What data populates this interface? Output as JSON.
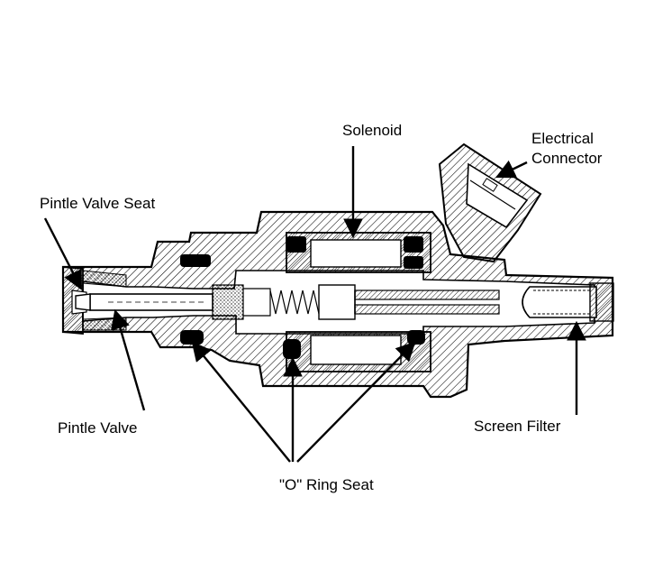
{
  "labels": {
    "solenoid": "Solenoid",
    "electrical_connector_line1": "Electrical",
    "electrical_connector_line2": "Connector",
    "pintle_valve_seat": "Pintle Valve Seat",
    "pintle_valve": "Pintle Valve",
    "screen_filter": "Screen Filter",
    "o_ring_seat": "\"O\" Ring Seat"
  },
  "colors": {
    "ink": "#000000",
    "paper": "#ffffff"
  }
}
